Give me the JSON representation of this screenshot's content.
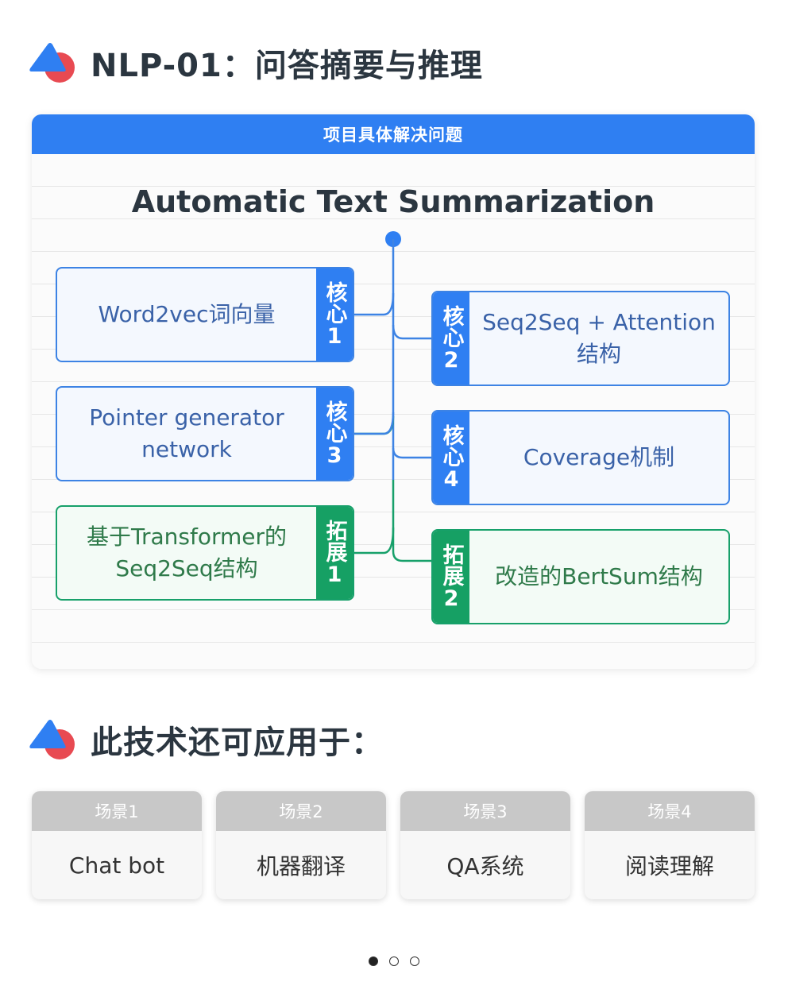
{
  "page": {
    "title": "NLP-01：问答摘要与推理",
    "section2_title": "此技术还可应用于："
  },
  "card": {
    "header": "项目具体解决问题",
    "diagram_title": "Automatic Text Summarization",
    "nodes": [
      {
        "tag": "核心1",
        "text": "Word2vec词向量",
        "kind": "core"
      },
      {
        "tag": "核心2",
        "text": "Seq2Seq + Attention结构",
        "kind": "core"
      },
      {
        "tag": "核心3",
        "text": "Pointer generator network",
        "kind": "core"
      },
      {
        "tag": "核心4",
        "text": "Coverage机制",
        "kind": "core"
      },
      {
        "tag": "拓展1",
        "text": "基于Transformer的Seq2Seq结构",
        "kind": "ext"
      },
      {
        "tag": "拓展2",
        "text": "改造的BertSum结构",
        "kind": "ext"
      }
    ]
  },
  "scenes": [
    {
      "label": "场景1",
      "value": "Chat bot"
    },
    {
      "label": "场景2",
      "value": "机器翻译"
    },
    {
      "label": "场景3",
      "value": "QA系统"
    },
    {
      "label": "场景4",
      "value": "阅读理解"
    }
  ],
  "pager": {
    "current": 1,
    "total": 3
  },
  "colors": {
    "accent_blue": "#2f7ff2",
    "accent_green": "#16a064",
    "logo_red": "#e84a52"
  },
  "icons": {
    "logo": "triangle-circle-logo-icon"
  }
}
